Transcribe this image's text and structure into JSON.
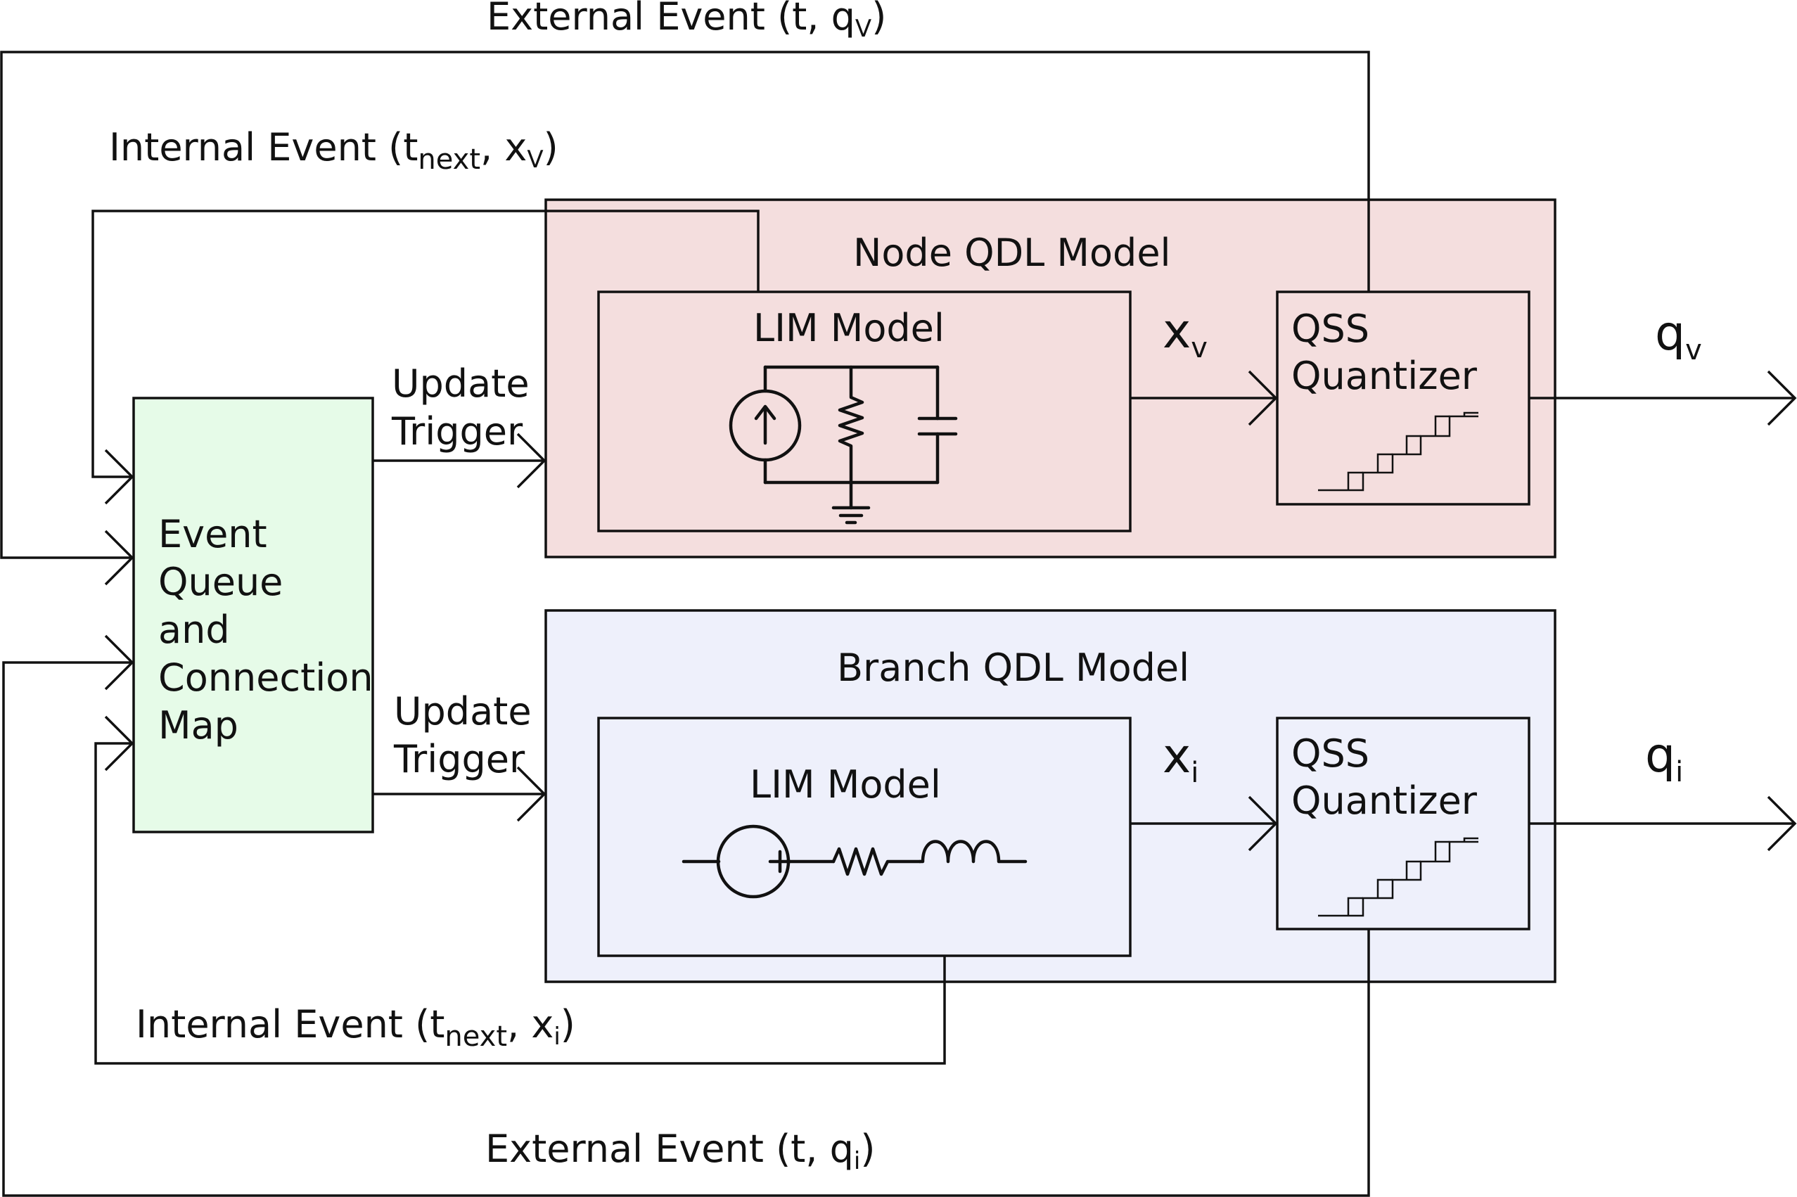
{
  "colors": {
    "node_fill": "#f4dede",
    "branch_fill": "#eef0fb",
    "queue_fill": "#e6fbe8",
    "stroke": "#111111"
  },
  "top_external_event": {
    "prefix": "External Event (t, q",
    "sub": "V",
    "suffix": ")"
  },
  "top_internal_event": {
    "prefix": "Internal Event (t",
    "sub1": "next",
    "mid": ", x",
    "sub2": "V",
    "suffix": ")"
  },
  "bottom_internal_event": {
    "prefix": "Internal Event (t",
    "sub1": "next",
    "mid": ", x",
    "sub2": "i",
    "suffix": ")"
  },
  "bottom_external_event": {
    "prefix": "External Event (t, q",
    "sub": "i",
    "suffix": ")"
  },
  "event_queue": {
    "lines": [
      "Event",
      "Queue",
      "and",
      "Connection",
      "Map"
    ]
  },
  "update_trigger_top": {
    "line1": "Update",
    "line2": "Trigger"
  },
  "update_trigger_bottom": {
    "line1": "Update",
    "line2": "Trigger"
  },
  "node_model": {
    "title": "Node QDL Model",
    "lim_title": "LIM Model",
    "state": {
      "base": "x",
      "sub": "v"
    },
    "quantizer": {
      "line1": "QSS",
      "line2": "Quantizer"
    },
    "output": {
      "base": "q",
      "sub": "v"
    }
  },
  "branch_model": {
    "title": "Branch QDL Model",
    "lim_title": "LIM Model",
    "state": {
      "base": "x",
      "sub": "i"
    },
    "quantizer": {
      "line1": "QSS",
      "line2": "Quantizer"
    },
    "output": {
      "base": "q",
      "sub": "i"
    }
  }
}
